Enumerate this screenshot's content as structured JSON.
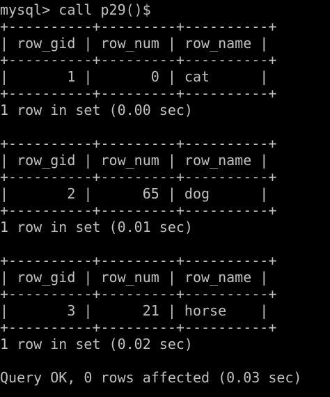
{
  "terminal": {
    "prompt": "mysql> ",
    "command": "call p29()$",
    "text_color": "#c0c0c0",
    "background": "#000000",
    "results": [
      {
        "border": "+----------+---------+----------+",
        "header": "| row_gid | row_num | row_name |",
        "row": "|       1 |       0 | cat      |",
        "footer": "1 row in set (0.00 sec)"
      },
      {
        "border": "+----------+---------+----------+",
        "header": "| row_gid | row_num | row_name |",
        "row": "|       2 |      65 | dog      |",
        "footer": "1 row in set (0.01 sec)"
      },
      {
        "border": "+----------+---------+----------+",
        "header": "| row_gid | row_num | row_name |",
        "row": "|       3 |      21 | horse    |",
        "footer": "1 row in set (0.02 sec)"
      }
    ],
    "summary": "Query OK, 0 rows affected (0.03 sec)"
  }
}
